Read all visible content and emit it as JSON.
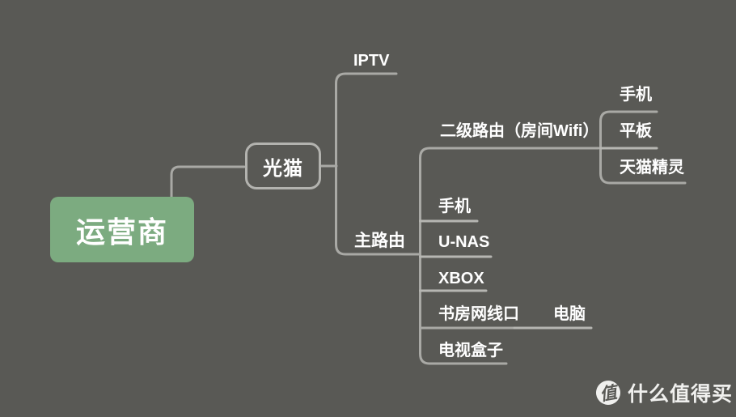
{
  "mindmap": {
    "root": {
      "label": "运营商",
      "children": [
        {
          "label": "光猫",
          "children": [
            {
              "label": "IPTV",
              "children": []
            },
            {
              "label": "主路由",
              "children": [
                {
                  "label": "二级路由（房间Wifi）",
                  "children": [
                    {
                      "label": "手机"
                    },
                    {
                      "label": "平板"
                    },
                    {
                      "label": "天猫精灵"
                    }
                  ]
                },
                {
                  "label": "手机"
                },
                {
                  "label": "U-NAS"
                },
                {
                  "label": "XBOX"
                },
                {
                  "label": "书房网线口",
                  "children": [
                    {
                      "label": "电脑"
                    }
                  ]
                },
                {
                  "label": "电视盒子"
                }
              ]
            }
          ]
        }
      ]
    }
  },
  "watermark": {
    "logo_char": "值",
    "brand_text": "什么值得买"
  },
  "colors": {
    "background": "#595955",
    "root_node_fill": "#7cab80",
    "node_border": "#b3b3af",
    "line": "#a9a9a5",
    "line_leaf": "#b6b6b2",
    "text": "#ffffff",
    "watermark": "#f0f0ee"
  }
}
